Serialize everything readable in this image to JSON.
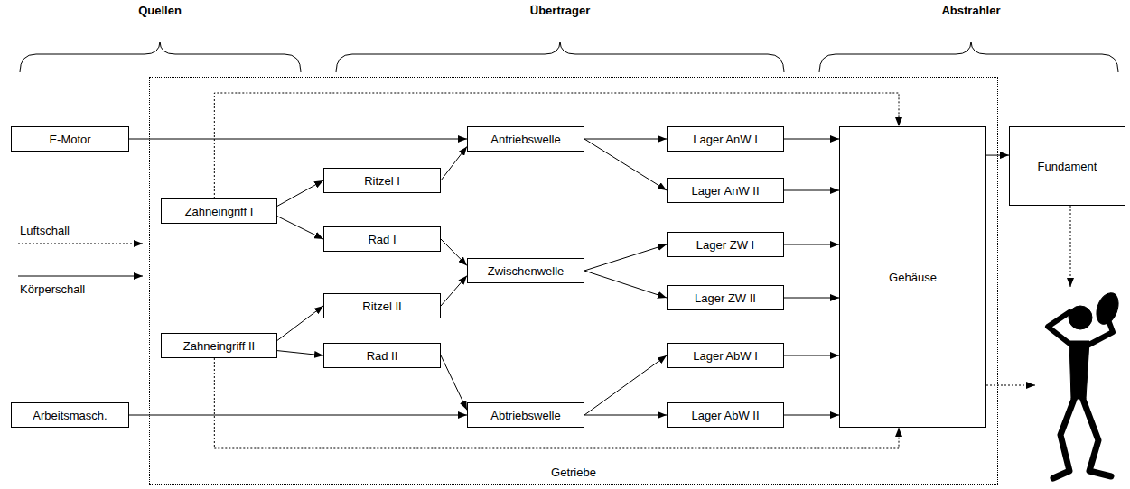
{
  "diagram": {
    "nodes": [
      {
        "text": [
          "Getriebe"
        ]
      },
      {
        "text": [
          "E-Motor"
        ]
      },
      {
        "text": [
          "Arbeitsmasch."
        ]
      },
      {
        "text": [
          "Zahneingriff I"
        ],
        "in": 0
      },
      {
        "text": [
          "Zahneingriff II"
        ],
        "in": 0
      },
      {
        "text": [
          "Ritzel I"
        ],
        "in": 0
      },
      {
        "text": [
          "Rad I"
        ],
        "in": 0
      },
      {
        "text": [
          "Ritzel II"
        ],
        "in": 0
      },
      {
        "text": [
          "Rad II"
        ],
        "in": 0
      },
      {
        "text": [
          "Antriebswelle"
        ],
        "in": 0
      },
      {
        "text": [
          "Zwischenwelle"
        ],
        "in": 0
      },
      {
        "text": [
          "Abtriebswelle"
        ],
        "in": 0
      },
      {
        "text": [
          "Lager AnW I"
        ],
        "in": 0
      },
      {
        "text": [
          "Lager AnW II"
        ],
        "in": 0
      },
      {
        "text": [
          "Lager ZW I"
        ],
        "in": 0
      },
      {
        "text": [
          "Lager ZW II"
        ],
        "in": 0
      },
      {
        "text": [
          "Lager AbW I"
        ],
        "in": 0
      },
      {
        "text": [
          "Lager AbW II"
        ],
        "in": 0
      },
      {
        "text": [
          "Gehäuse"
        ],
        "in": 0
      },
      {
        "text": [
          "Fundament"
        ]
      }
    ],
    "edges": [
      {
        "from": 1,
        "to": 9,
        "arrow": "to"
      },
      {
        "from": 3,
        "to": 5,
        "arrow": "to"
      },
      {
        "from": 3,
        "to": 6,
        "arrow": "to"
      },
      {
        "from": 5,
        "to": 9,
        "arrow": "to"
      },
      {
        "from": 6,
        "to": 10,
        "arrow": "to"
      },
      {
        "from": 4,
        "to": 7,
        "arrow": "to"
      },
      {
        "from": 4,
        "to": 8,
        "arrow": "to"
      },
      {
        "from": 7,
        "to": 10,
        "arrow": "to"
      },
      {
        "from": 8,
        "to": 11,
        "arrow": "to"
      },
      {
        "from": 2,
        "to": 11,
        "arrow": "to"
      },
      {
        "from": 9,
        "to": 12,
        "arrow": "to"
      },
      {
        "from": 9,
        "to": 13,
        "arrow": "to"
      },
      {
        "from": 10,
        "to": 14,
        "arrow": "to"
      },
      {
        "from": 10,
        "to": 15,
        "arrow": "to"
      },
      {
        "from": 11,
        "to": 16,
        "arrow": "to"
      },
      {
        "from": 11,
        "to": 17,
        "arrow": "to"
      },
      {
        "from": 12,
        "to": 18,
        "arrow": "to"
      },
      {
        "from": 13,
        "to": 18,
        "arrow": "to"
      },
      {
        "from": 14,
        "to": 18,
        "arrow": "to"
      },
      {
        "from": 15,
        "to": 18,
        "arrow": "to"
      },
      {
        "from": 16,
        "to": 18,
        "arrow": "to"
      },
      {
        "from": 17,
        "to": 18,
        "arrow": "to"
      },
      {
        "from": 18,
        "to": 19,
        "arrow": "to"
      },
      {
        "from": 3,
        "to": 18,
        "arrow": "to"
      },
      {
        "from": 4,
        "to": 18,
        "arrow": "to"
      }
    ],
    "labels": [
      "Quellen",
      "Übertrager",
      "Abstrahler"
    ],
    "legend": [
      {
        "text": "Luftschall"
      },
      {
        "text": "Körperschall"
      }
    ]
  }
}
